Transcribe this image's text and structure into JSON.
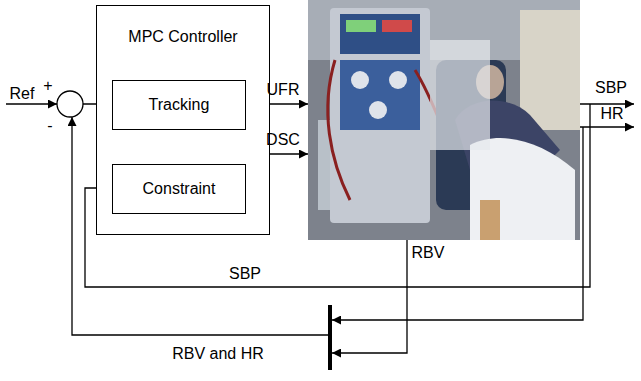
{
  "diagram": {
    "nodes": [
      {
        "text": [
          "MPC Controller"
        ]
      },
      {
        "text": [
          "Tracking"
        ],
        "in": 0
      },
      {
        "text": [
          "Constraint"
        ],
        "in": 0
      }
    ],
    "labels": [
      "Ref",
      "+",
      "-",
      "UFR",
      "SBP",
      "HR",
      "DSC",
      "RBV",
      "SBP",
      "RBV and HR"
    ]
  }
}
